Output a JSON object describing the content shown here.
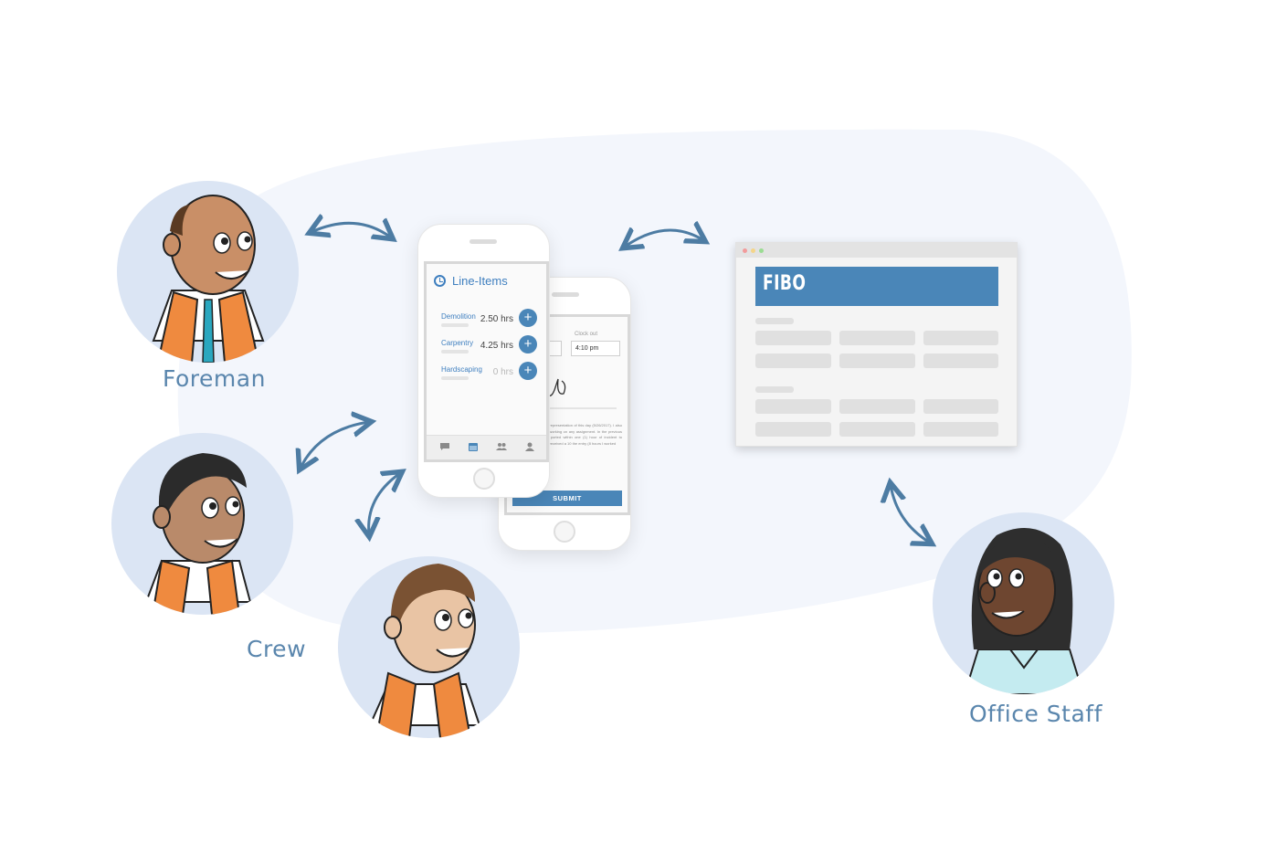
{
  "roles": {
    "foreman": "Foreman",
    "crew": "Crew",
    "office_staff": "Office Staff"
  },
  "phone_front": {
    "title": "Line-Items",
    "items": [
      {
        "name": "Demolition",
        "hours": "2.50 hrs"
      },
      {
        "name": "Carpentry",
        "hours": "4.25 hrs"
      },
      {
        "name": "Hardscaping",
        "hours": "0 hrs"
      }
    ],
    "plus": "+",
    "tabs": [
      "chat-icon",
      "calendar-icon",
      "team-icon",
      "profile-icon"
    ]
  },
  "phone_back": {
    "clock_out_label": "Clock out",
    "clock_out_value": "4:10 pm",
    "legal_text": "e entries are an accurate representation of this day (5/26/2017). I also certify that I ached while working on any assignment. In the previous page. All injuries and/or ported within one (1) hour of incident to nclude: I also certify that I received a 10 the entry (8 hours I worked",
    "submit_label": "SUBMIT"
  },
  "browser": {
    "app_name": "FIBO"
  },
  "colors": {
    "accent": "#4a86b8",
    "label": "#5a86ad",
    "avatar_bg": "#dbe5f4",
    "blob": "#f3f6fc",
    "vest": "#ef8a3f"
  }
}
